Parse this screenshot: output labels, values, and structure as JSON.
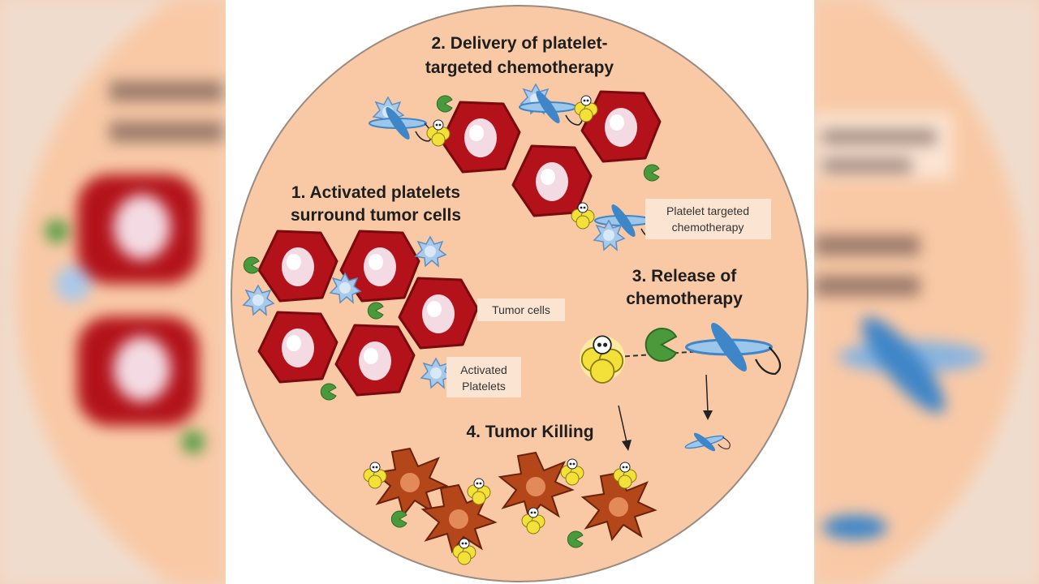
{
  "titles": {
    "step2_line1": "2. Delivery of platelet-",
    "step2_line2": "targeted chemotherapy",
    "step1_line1": "1. Activated platelets",
    "step1_line2": "surround tumor cells",
    "step3_line1": "3. Release of",
    "step3_line2": "chemotherapy",
    "step4": "4. Tumor Killing"
  },
  "labels": {
    "tumor_cells": "Tumor cells",
    "activated_platelets_line1": "Activated",
    "activated_platelets_line2": "Platelets",
    "ptc_line1": "Platelet targeted",
    "ptc_line2": "chemotherapy"
  },
  "colors": {
    "circle": "#f9c9a6",
    "tumor": "#b3121a",
    "nucleus": "#f4dbe3",
    "platelet": "#a9c9ea",
    "drug_carrier": "#3f86c8",
    "pacman": "#4a9a3c",
    "skull_cluster": "#f3e13a",
    "dead_cell": "#b3471a"
  }
}
